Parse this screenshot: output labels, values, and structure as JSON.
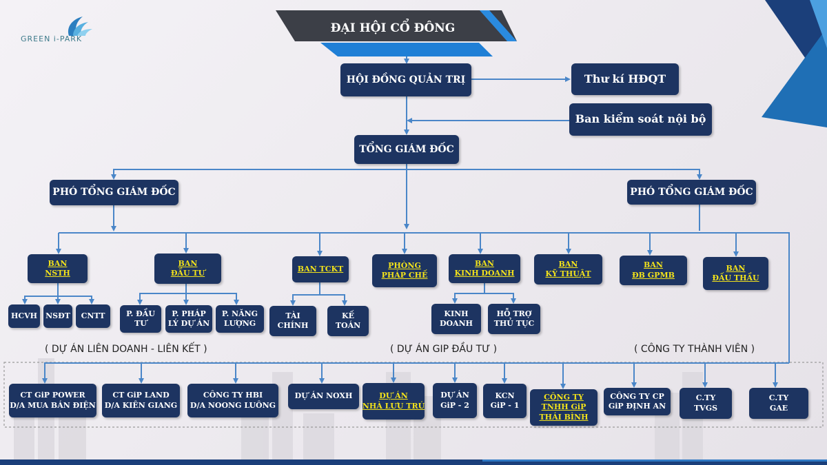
{
  "logo": {
    "text": "GREEN i-PARK"
  },
  "top": {
    "title": "ĐẠI HỘI CỔ ĐÔNG"
  },
  "boxes": {
    "hdqt": [
      "HỘI ĐỒNG QUẢN TRỊ"
    ],
    "thuki": [
      "Thư kí HĐQT"
    ],
    "bks": [
      "Ban kiểm soát nội bộ"
    ],
    "tgd": [
      "TỔNG GIÁM ĐỐC"
    ],
    "ptgd_left": [
      "PHÓ TỔNG GIÁM ĐỐC"
    ],
    "ptgd_right": [
      "PHÓ TỔNG GIÁM ĐỐC"
    ],
    "ban_nsth": [
      "BAN",
      "NSTH"
    ],
    "ban_dautu": [
      "BAN",
      "ĐẦU TƯ"
    ],
    "ban_tckt": [
      "BAN TCKT"
    ],
    "phong_phapche": [
      "PHÒNG",
      "PHÁP CHẾ"
    ],
    "ban_kinhdoanh": [
      "BAN",
      "KINH DOANH"
    ],
    "ban_kythuat": [
      "BAN",
      "KỸ THUẬT"
    ],
    "ban_dbgpmb": [
      "BAN",
      "ĐB GPMB"
    ],
    "ban_dauthau": [
      "BAN",
      "ĐẤU THẦU"
    ],
    "hcvh": [
      "HCVH"
    ],
    "nsdt": [
      "NSĐT"
    ],
    "cntt": [
      "CNTT"
    ],
    "p_dautu": [
      "P. ĐẦU",
      "TƯ"
    ],
    "p_phaply": [
      "P. PHÁP",
      "LÝ DỰ ÁN"
    ],
    "p_nangluong": [
      "P. NĂNG",
      "LƯỢNG"
    ],
    "taichinh": [
      "TÀI",
      "CHÍNH"
    ],
    "ketoan": [
      "KẾ",
      "TOÁN"
    ],
    "kinhdoanh": [
      "KINH",
      "DOANH"
    ],
    "hotro": [
      "HỖ TRỢ",
      "THỦ TỤC"
    ],
    "gip_power": [
      "CT GiP POWER",
      "D/A MUA BÁN ĐIỆN"
    ],
    "gip_land": [
      "CT GiP LAND",
      "D/A KIÊN GIANG"
    ],
    "hbi": [
      "CÔNG TY HBI",
      "D/A NOONG LUÔNG"
    ],
    "noxh": [
      "DỰ ÁN NOXH"
    ],
    "nhaluutru": [
      "DỰ ÁN",
      "NHÀ LƯU TRÚ"
    ],
    "duan_gip2": [
      "DỰ ÁN",
      "GiP - 2"
    ],
    "kcn": [
      "KCN",
      "GiP - 1"
    ],
    "thaibinh": [
      "CÔNG TY",
      "TNHH GiP",
      "THÁI BÌNH"
    ],
    "dinhan": [
      "CÔNG TY CP",
      "GiP ĐỊNH AN"
    ],
    "tvgs": [
      "C.TY",
      "TVGS"
    ],
    "gae": [
      "C.TY",
      "GAE"
    ]
  },
  "sections": {
    "lien_doanh": "( DỰ ÁN LIÊN DOANH - LIÊN KẾT )",
    "gip_dautu": "( DỰ ÁN GIP ĐẦU TƯ )",
    "thanh_vien": "( CÔNG TY THÀNH VIÊN )"
  },
  "colors": {
    "box": "#1d3461",
    "line": "#4a86c8",
    "highlight": "#f2e21b",
    "banner": "#3c3f47",
    "accent": "#1f7fd6"
  }
}
